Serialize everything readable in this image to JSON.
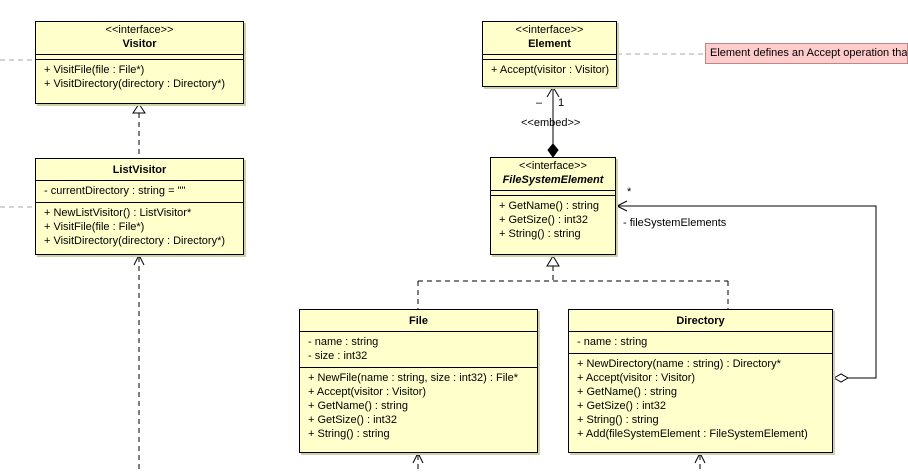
{
  "visitor": {
    "stereotype": "<<interface>>",
    "name": "Visitor",
    "attributes": [],
    "operations": [
      "+ VisitFile(file : File*)",
      "+ VisitDirectory(directory : Directory*)"
    ]
  },
  "element": {
    "stereotype": "<<interface>>",
    "name": "Element",
    "attributes": [],
    "operations": [
      "+ Accept(visitor : Visitor)"
    ]
  },
  "list_visitor": {
    "name": "ListVisitor",
    "attributes": [
      "- currentDirectory : string = \"\""
    ],
    "operations": [
      "+ NewListVisitor() : ListVisitor*",
      "+ VisitFile(file : File*)",
      "+ VisitDirectory(directory : Directory*)"
    ]
  },
  "file_system_element": {
    "stereotype": "<<interface>>",
    "name": "FileSystemElement",
    "attributes": [],
    "operations": [
      "+ GetName() : string",
      "+ GetSize() : int32",
      "+ String() : string"
    ]
  },
  "file": {
    "name": "File",
    "attributes": [
      "- name : string",
      "- size : int32"
    ],
    "operations": [
      "+ NewFile(name : string, size : int32) : File*",
      "+ Accept(visitor : Visitor)",
      "+ GetName() : string",
      "+ GetSize() : int32",
      "+ String() : string"
    ]
  },
  "directory": {
    "name": "Directory",
    "attributes": [
      "- name : string"
    ],
    "operations": [
      "+ NewDirectory(name : string) : Directory*",
      "+ Accept(visitor : Visitor)",
      "+ GetName() : string",
      "+ GetSize() : int32",
      "+ String() : string",
      "+ Add(fileSystemElement : FileSystemElement)"
    ]
  },
  "note": {
    "text": "Element defines an Accept operation tha"
  },
  "labels": {
    "embed": "<<embed>>",
    "mult_dash": "–",
    "mult_one": "1",
    "mult_star": "*",
    "role_fse": "- fileSystemElements"
  }
}
